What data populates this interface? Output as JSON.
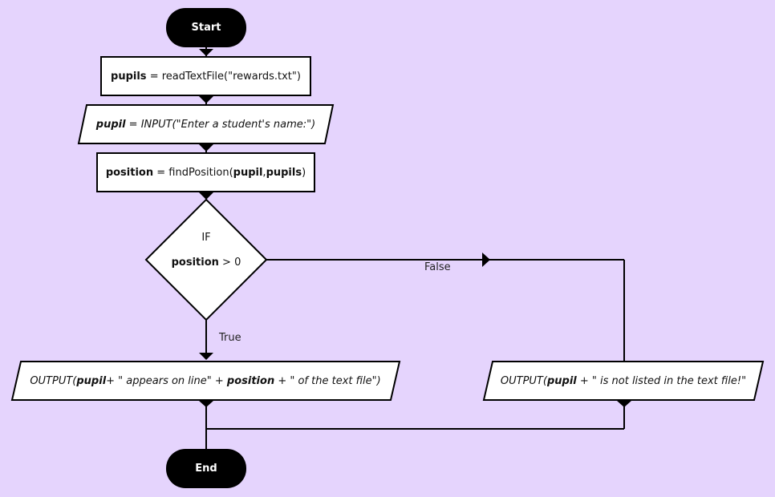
{
  "start": {
    "label": "Start"
  },
  "end": {
    "label": "End"
  },
  "step1": {
    "var": "pupils",
    "rest": " = readTextFile(\"rewards.txt\")"
  },
  "step2": {
    "var": "pupil",
    "rest": " = INPUT(\"Enter a student's name:\")"
  },
  "step3": {
    "var": "position",
    "mid": " = findPosition(",
    "arg1": "pupil",
    "sep": ",",
    "arg2": "pupils",
    "close": ")"
  },
  "decision": {
    "line1": "IF",
    "var": "position",
    "rest": " > 0"
  },
  "edges": {
    "true_label": "True",
    "false_label": "False"
  },
  "output_true": {
    "p1": "OUTPUT(",
    "v1": "pupil",
    "p2": "+ \" appears on line\" + ",
    "v2": "position",
    "p3": " + \" of the text file\")"
  },
  "output_false": {
    "p1": "OUTPUT(",
    "v1": "pupil",
    "p2": " + \" is not listed in the text file!\"",
    "p3": ""
  },
  "colors": {
    "background": "#e5d4fd",
    "line": "#000000",
    "box": "#ffffff"
  }
}
